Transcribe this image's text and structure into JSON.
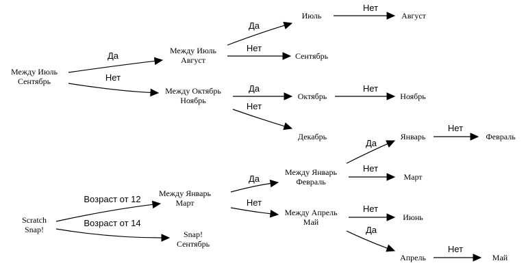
{
  "diagram": {
    "nodes": [
      {
        "id": "n1",
        "lines": [
          "Между Июль",
          "Сентябрь"
        ]
      },
      {
        "id": "n2",
        "lines": [
          "Между Июль",
          "Август"
        ]
      },
      {
        "id": "n3",
        "lines": [
          "Между Октябрь",
          "Ноябрь"
        ]
      },
      {
        "id": "n4",
        "lines": [
          "Июль"
        ]
      },
      {
        "id": "n5",
        "lines": [
          "Август"
        ]
      },
      {
        "id": "n6",
        "lines": [
          "Сентябрь"
        ]
      },
      {
        "id": "n7",
        "lines": [
          "Октябрь"
        ]
      },
      {
        "id": "n8",
        "lines": [
          "Ноябрь"
        ]
      },
      {
        "id": "n9",
        "lines": [
          "Декабрь"
        ]
      },
      {
        "id": "n10",
        "lines": [
          "Scratch",
          "Snap!"
        ]
      },
      {
        "id": "n11",
        "lines": [
          "Между Январь",
          "Март"
        ]
      },
      {
        "id": "n12",
        "lines": [
          "Snap!",
          "Сентябрь"
        ]
      },
      {
        "id": "n13",
        "lines": [
          "Между Январь",
          "Февраль"
        ]
      },
      {
        "id": "n14",
        "lines": [
          "Между Апрель",
          "Май"
        ]
      },
      {
        "id": "n15",
        "lines": [
          "Январь"
        ]
      },
      {
        "id": "n16",
        "lines": [
          "Февраль"
        ]
      },
      {
        "id": "n17",
        "lines": [
          "Март"
        ]
      },
      {
        "id": "n18",
        "lines": [
          "Июнь"
        ]
      },
      {
        "id": "n19",
        "lines": [
          "Апрель"
        ]
      },
      {
        "id": "n20",
        "lines": [
          "Май"
        ]
      }
    ],
    "edges": [
      {
        "from": "n1",
        "to": "n2",
        "label": "Да"
      },
      {
        "from": "n1",
        "to": "n3",
        "label": "Нет"
      },
      {
        "from": "n2",
        "to": "n4",
        "label": "Да"
      },
      {
        "from": "n2",
        "to": "n6",
        "label": "Нет"
      },
      {
        "from": "n4",
        "to": "n5",
        "label": "Нет"
      },
      {
        "from": "n3",
        "to": "n7",
        "label": "Да"
      },
      {
        "from": "n3",
        "to": "n9",
        "label": "Нет"
      },
      {
        "from": "n7",
        "to": "n8",
        "label": "Нет"
      },
      {
        "from": "n10",
        "to": "n11",
        "label": "Возраст от 12"
      },
      {
        "from": "n10",
        "to": "n12",
        "label": "Возраст от 14"
      },
      {
        "from": "n11",
        "to": "n13",
        "label": "Да"
      },
      {
        "from": "n11",
        "to": "n14",
        "label": "Нет"
      },
      {
        "from": "n13",
        "to": "n15",
        "label": "Да"
      },
      {
        "from": "n13",
        "to": "n17",
        "label": "Нет"
      },
      {
        "from": "n15",
        "to": "n16",
        "label": "Нет"
      },
      {
        "from": "n14",
        "to": "n18",
        "label": "Нет"
      },
      {
        "from": "n14",
        "to": "n19",
        "label": "Да"
      },
      {
        "from": "n19",
        "to": "n20",
        "label": "Нет"
      }
    ]
  }
}
